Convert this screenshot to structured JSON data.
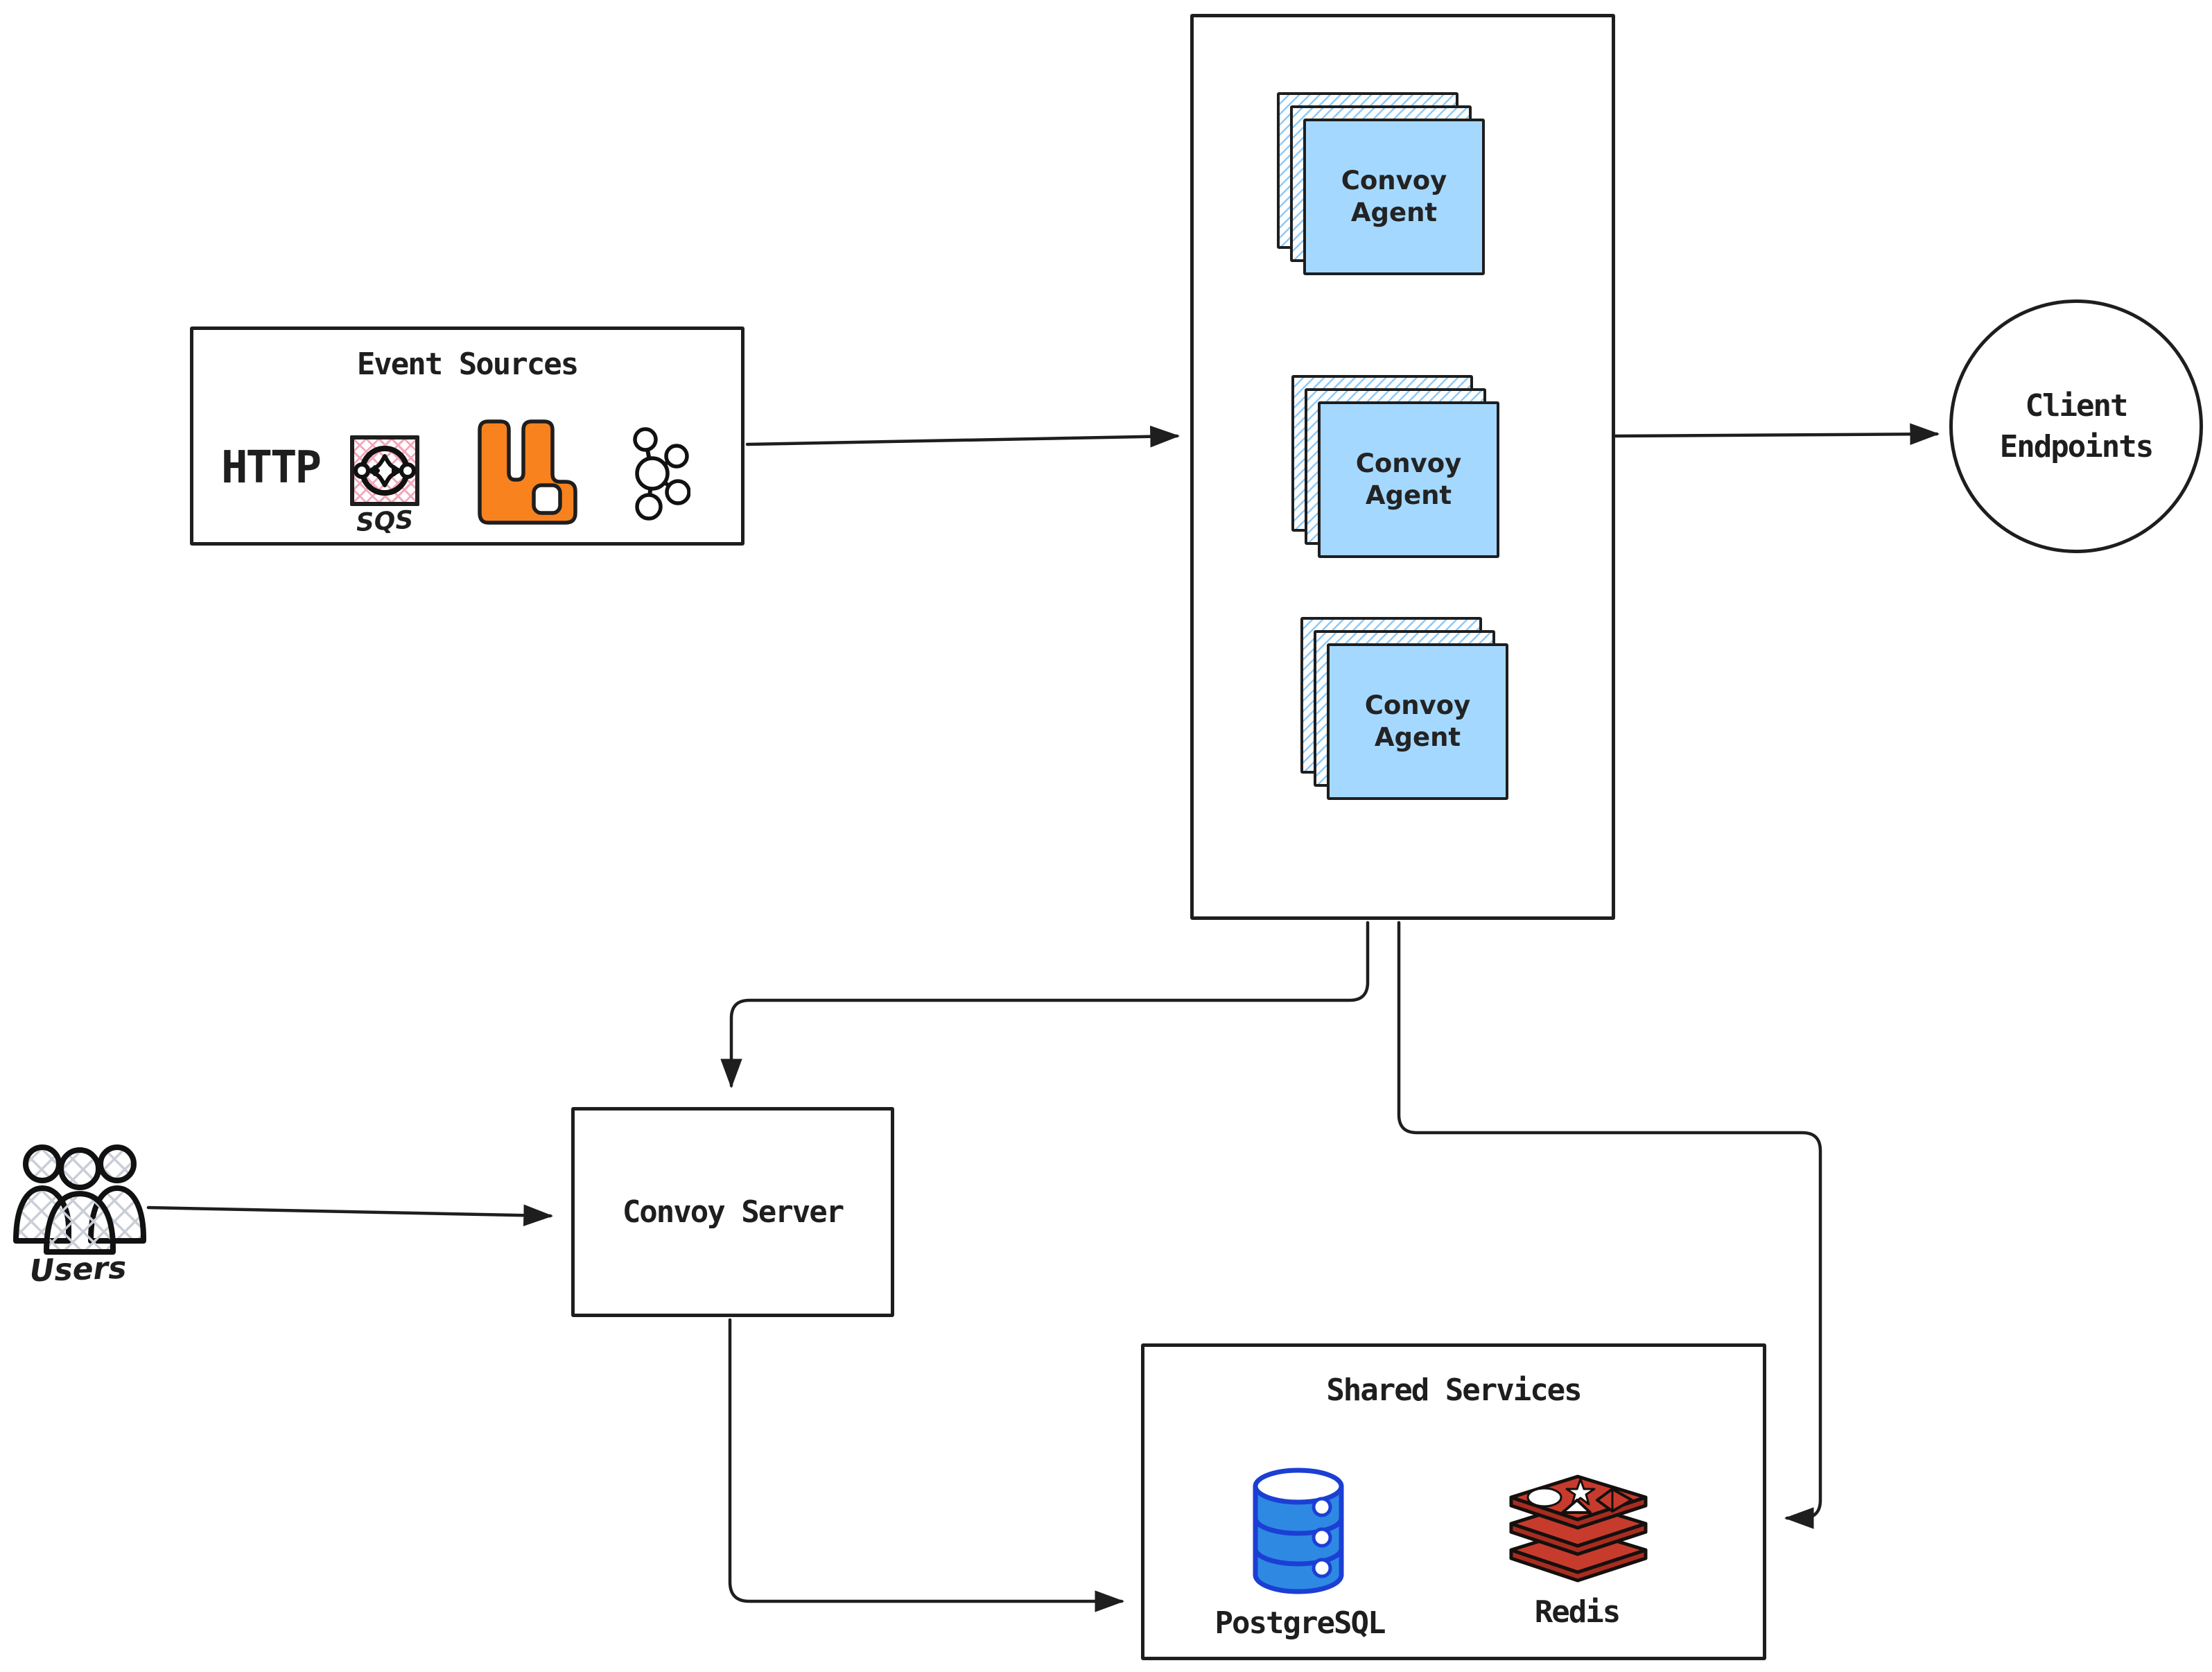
{
  "colors": {
    "stroke": "#1e1e1e",
    "agent_fill": "#a5d8ff",
    "agent_hatch": "#8ec9f7",
    "rabbit_orange": "#f8821d",
    "sqs_pink": "#f2a7bb",
    "postgres_blue": "#2e89e3",
    "postgres_outline": "#1b3fd4",
    "redis_red": "#c73b2d",
    "redis_dark": "#a82c20",
    "users_hatch": "#c9ced6"
  },
  "event_sources": {
    "title": "Event Sources",
    "http_label": "HTTP",
    "sqs_label": "SQS",
    "icons": [
      "http-text",
      "sqs-icon",
      "rabbitmq-icon",
      "kafka-cluster-icon"
    ]
  },
  "agents": {
    "items": [
      {
        "label": "Convoy\nAgent"
      },
      {
        "label": "Convoy\nAgent"
      },
      {
        "label": "Convoy\nAgent"
      }
    ]
  },
  "client_endpoints": {
    "label": "Client\nEndpoints"
  },
  "users": {
    "label": "Users"
  },
  "convoy_server": {
    "label": "Convoy Server"
  },
  "shared_services": {
    "title": "Shared Services",
    "postgres_label": "PostgreSQL",
    "redis_label": "Redis",
    "icons": [
      "postgresql-icon",
      "redis-icon"
    ]
  }
}
